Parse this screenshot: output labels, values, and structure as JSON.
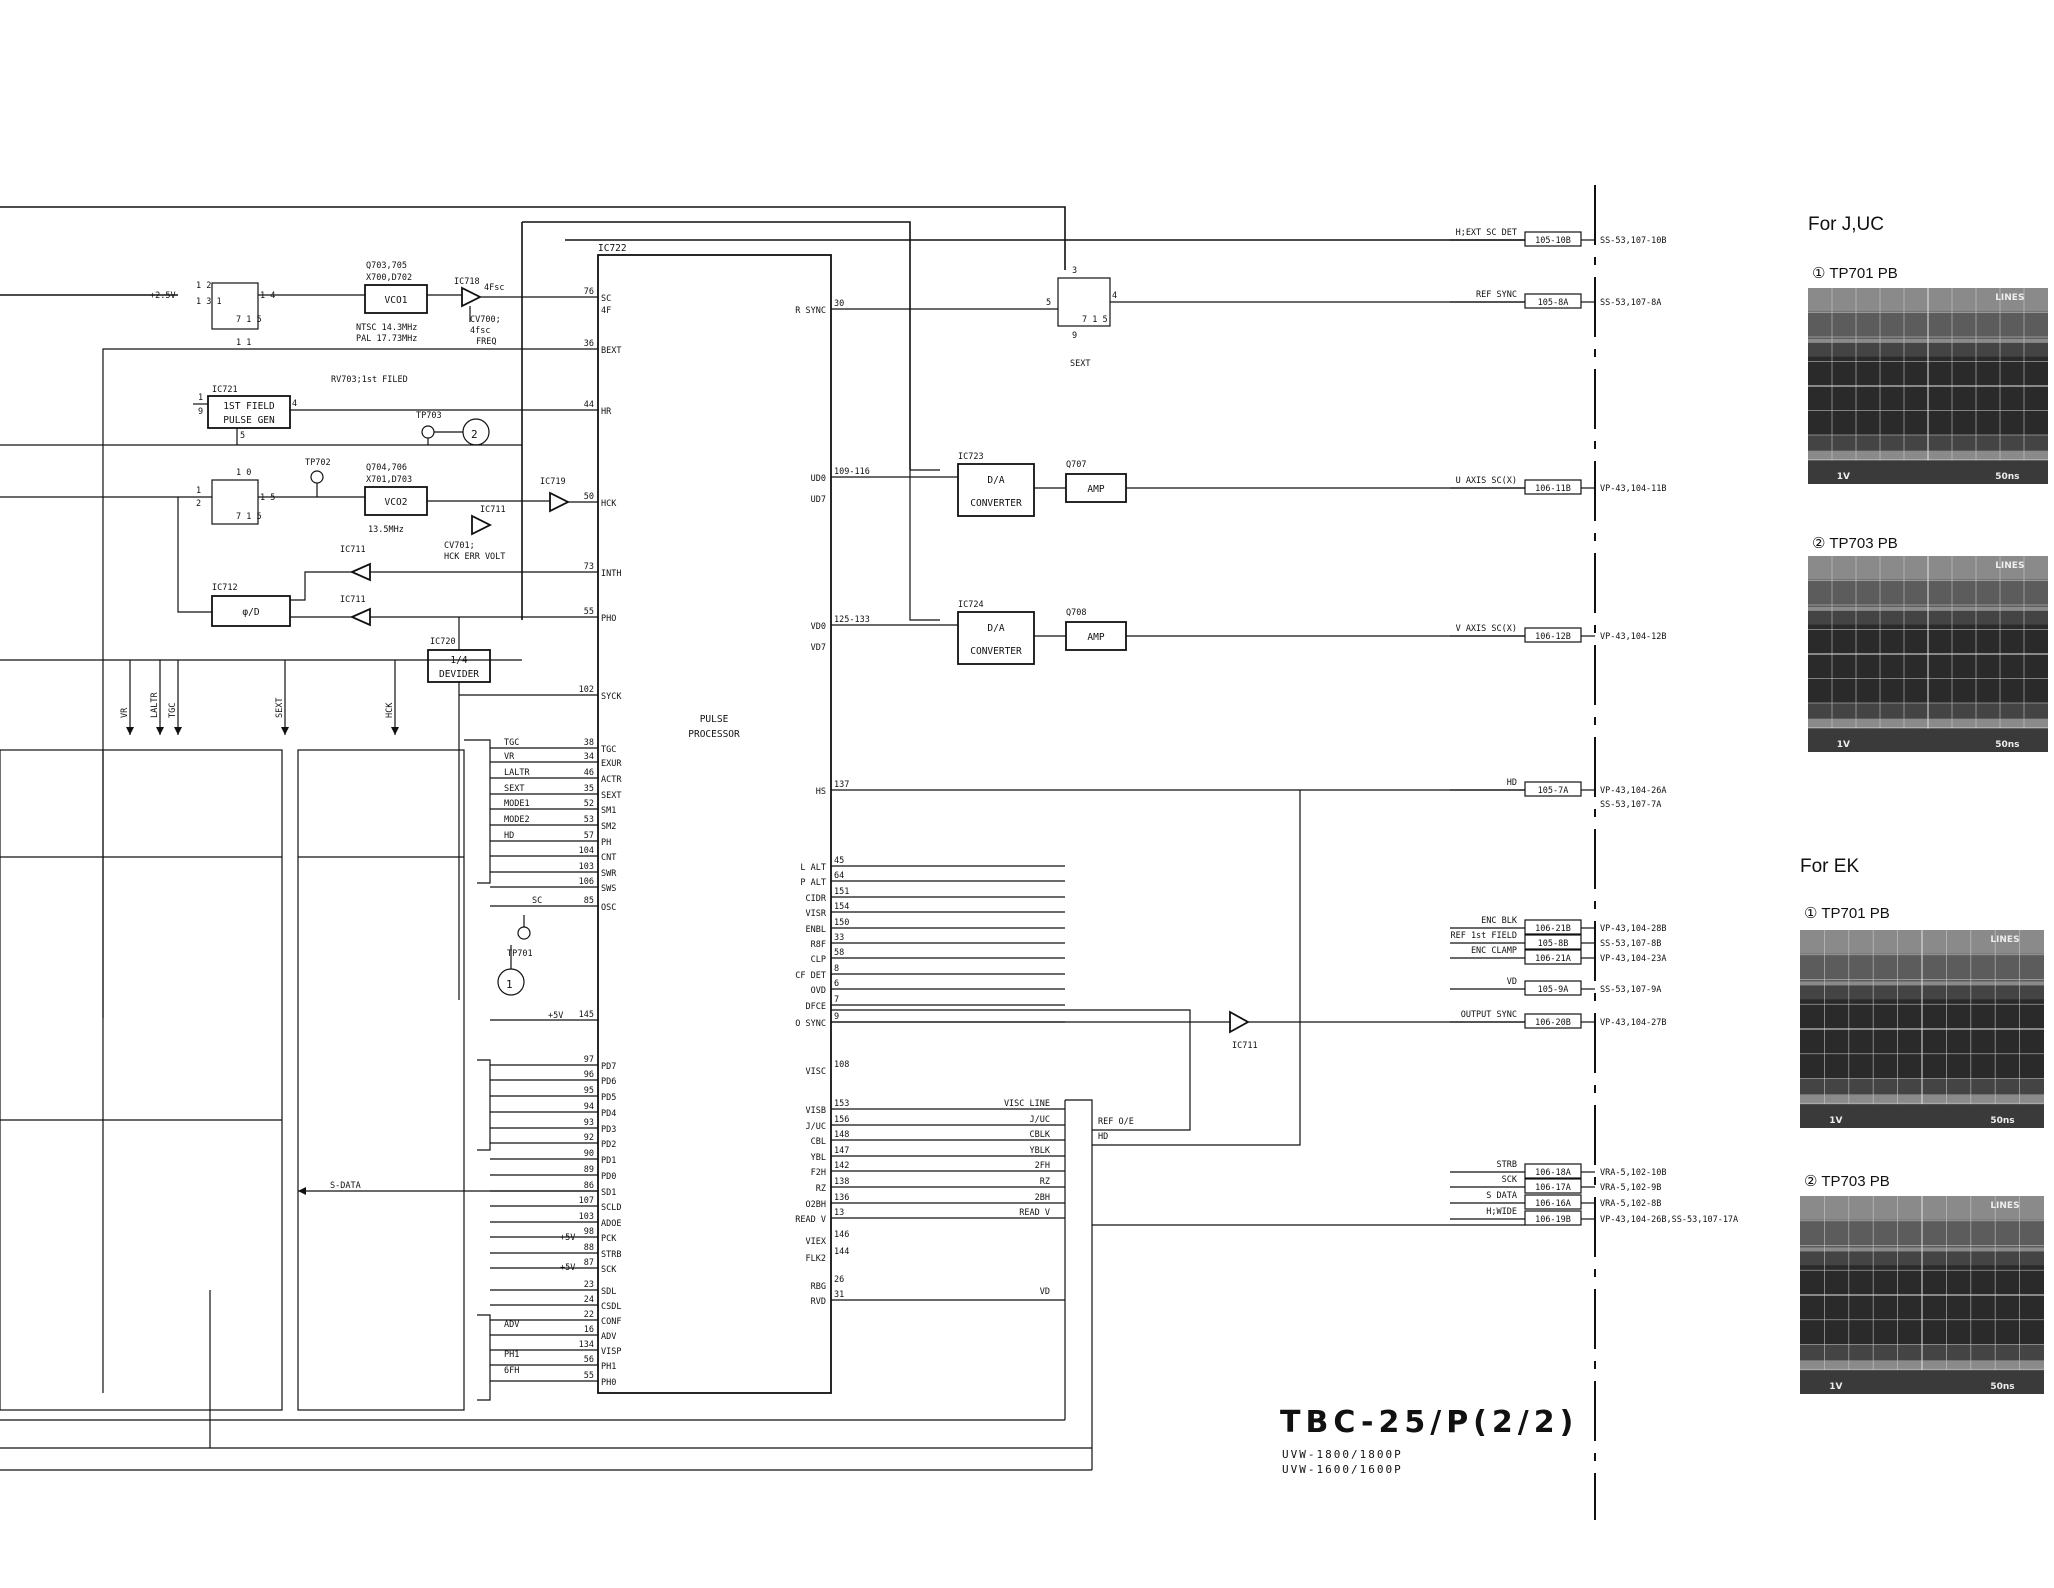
{
  "diagram": {
    "title": "TBC-25/P(2/2)",
    "models": [
      "UVW-1800/1800P",
      "UVW-1600/1600P"
    ]
  },
  "chips": {
    "ic722": {
      "ref": "IC722",
      "name": [
        "PULSE",
        "PROCESSOR"
      ]
    },
    "ic723": {
      "ref": "IC723",
      "name": [
        "D/A",
        "CONVERTER"
      ]
    },
    "ic724": {
      "ref": "IC724",
      "name": [
        "D/A",
        "CONVERTER"
      ]
    },
    "q707": {
      "ref": "Q707",
      "name": "AMP"
    },
    "q708": {
      "ref": "Q708",
      "name": "AMP"
    },
    "vco1": {
      "ref": [
        "Q703,705",
        "X700,D702"
      ],
      "name": "VCO1",
      "notes": [
        "NTSC 14.3MHz",
        "PAL  17.73MHz"
      ]
    },
    "vco2": {
      "ref": [
        "Q704,706",
        "X701,D703"
      ],
      "name": "VCO2",
      "note": "13.5MHz"
    },
    "ic721": {
      "ref": "IC721",
      "name": [
        "1ST FIELD",
        "PULSE GEN"
      ]
    },
    "ic712": {
      "ref": "IC712",
      "name": "φ/D"
    },
    "ic720": {
      "ref": "IC720",
      "name": [
        "1/4",
        "DEVIDER"
      ]
    },
    "ic718": {
      "ref": "IC718"
    },
    "ic719": {
      "ref": "IC719"
    },
    "ic711": {
      "ref": "IC711"
    }
  },
  "adjustments": {
    "rv703": "RV703;1st FILED",
    "cv700": [
      "CV700;",
      "4fsc",
      "FREQ"
    ],
    "cv701": [
      "CV701;",
      "HCK ERR VOLT"
    ]
  },
  "testpoints": {
    "tp701": "TP701",
    "tp702": "TP702",
    "tp703": "TP703"
  },
  "supply": {
    "v25": "+2.5V",
    "v5": "+5V"
  },
  "ic722_left_pins": [
    {
      "num": "76",
      "name": "SC"
    },
    {
      "num": "",
      "name": "4F"
    },
    {
      "num": "36",
      "name": "BEXT"
    },
    {
      "num": "44",
      "name": "HR"
    },
    {
      "num": "50",
      "name": "HCK"
    },
    {
      "num": "73",
      "name": "INTH"
    },
    {
      "num": "55",
      "name": "PHO"
    },
    {
      "num": "102",
      "name": "SYCK"
    },
    {
      "num": "38",
      "name": "TGC"
    },
    {
      "num": "34",
      "name": "EXUR"
    },
    {
      "num": "46",
      "name": "ACTR"
    },
    {
      "num": "35",
      "name": "SEXT"
    },
    {
      "num": "52",
      "name": "SM1"
    },
    {
      "num": "53",
      "name": "SM2"
    },
    {
      "num": "57",
      "name": "PH"
    },
    {
      "num": "104",
      "name": "CNT"
    },
    {
      "num": "103",
      "name": "SWR"
    },
    {
      "num": "106",
      "name": "SWS"
    },
    {
      "num": "85",
      "name": "OSC"
    },
    {
      "num": "145",
      "name": ""
    },
    {
      "num": "97",
      "name": "PD7"
    },
    {
      "num": "96",
      "name": "PD6"
    },
    {
      "num": "95",
      "name": "PD5"
    },
    {
      "num": "94",
      "name": "PD4"
    },
    {
      "num": "93",
      "name": "PD3"
    },
    {
      "num": "92",
      "name": "PD2"
    },
    {
      "num": "90",
      "name": "PD1"
    },
    {
      "num": "89",
      "name": "PD0"
    },
    {
      "num": "86",
      "name": "SD1"
    },
    {
      "num": "107",
      "name": "SCLD"
    },
    {
      "num": "103",
      "name": "ADOE"
    },
    {
      "num": "98",
      "name": "PCK"
    },
    {
      "num": "88",
      "name": "STRB"
    },
    {
      "num": "87",
      "name": "SCK"
    },
    {
      "num": "23",
      "name": "SDL"
    },
    {
      "num": "24",
      "name": "CSDL"
    },
    {
      "num": "22",
      "name": "CONF"
    },
    {
      "num": "16",
      "name": "ADV"
    },
    {
      "num": "134",
      "name": "VISP"
    },
    {
      "num": "56",
      "name": "PH1"
    },
    {
      "num": "55",
      "name": "PH0"
    }
  ],
  "ic722_left_bus": [
    "TGC",
    "VR",
    "LALTR",
    "SEXT",
    "MODE1",
    "MODE2",
    "HD",
    "SC",
    "S-DATA",
    "ADV",
    "PH1",
    "6FH"
  ],
  "ic722_right_pins": [
    {
      "num": "30",
      "name": "R SYNC"
    },
    {
      "num": "109-116",
      "name": "UD0"
    },
    {
      "num": "",
      "name": "UD7"
    },
    {
      "num": "125-133",
      "name": "VD0"
    },
    {
      "num": "",
      "name": "VD7"
    },
    {
      "num": "137",
      "name": "HS"
    },
    {
      "num": "45",
      "name": "L ALT"
    },
    {
      "num": "64",
      "name": "P ALT"
    },
    {
      "num": "151",
      "name": "CIDR"
    },
    {
      "num": "154",
      "name": "VISR"
    },
    {
      "num": "150",
      "name": "ENBL"
    },
    {
      "num": "33",
      "name": "R8F"
    },
    {
      "num": "58",
      "name": "CLP"
    },
    {
      "num": "8",
      "name": "CF DET"
    },
    {
      "num": "6",
      "name": "OVD"
    },
    {
      "num": "7",
      "name": "DFCE"
    },
    {
      "num": "9",
      "name": "O SYNC"
    },
    {
      "num": "108",
      "name": "VISC"
    },
    {
      "num": "153",
      "name": "VISB"
    },
    {
      "num": "156",
      "name": "J/UC"
    },
    {
      "num": "148",
      "name": "CBL"
    },
    {
      "num": "147",
      "name": "YBL"
    },
    {
      "num": "142",
      "name": "F2H"
    },
    {
      "num": "138",
      "name": "RZ"
    },
    {
      "num": "136",
      "name": "O2BH"
    },
    {
      "num": "13",
      "name": "READ V"
    },
    {
      "num": "146",
      "name": "VIEX"
    },
    {
      "num": "144",
      "name": "FLK2"
    },
    {
      "num": "26",
      "name": "RBG"
    },
    {
      "num": "31",
      "name": "RVD"
    }
  ],
  "right_bus": [
    "VISC LINE",
    "J/UC",
    "CBLK",
    "YBLK",
    "2FH",
    "RZ",
    "2BH",
    "READ V",
    "VD",
    "REF O/E",
    "HD"
  ],
  "vertical_labels": [
    "VR",
    "LALTR",
    "TGC",
    "SEXT",
    "HCK"
  ],
  "switch_labels": {
    "sext": "SEXT"
  },
  "connectors": [
    {
      "signal": "H;EXT SC DET",
      "conn": "105-10B",
      "dest": "SS-53,107-10B"
    },
    {
      "signal": "REF SYNC",
      "conn": "105-8A",
      "dest": "SS-53,107-8A"
    },
    {
      "signal": "U AXIS SC(X)",
      "conn": "106-11B",
      "dest": "VP-43,104-11B"
    },
    {
      "signal": "V AXIS SC(X)",
      "conn": "106-12B",
      "dest": "VP-43,104-12B"
    },
    {
      "signal": "HD",
      "conn": "105-7A",
      "dest": "VP-43,104-26A",
      "dest2": "SS-53,107-7A"
    },
    {
      "signal": "ENC BLK",
      "conn": "106-21B",
      "dest": "VP-43,104-28B"
    },
    {
      "signal": "REF 1st FIELD",
      "conn": "105-8B",
      "dest": "SS-53,107-8B"
    },
    {
      "signal": "ENC CLAMP",
      "conn": "106-21A",
      "dest": "VP-43,104-23A"
    },
    {
      "signal": "VD",
      "conn": "105-9A",
      "dest": "SS-53,107-9A"
    },
    {
      "signal": "OUTPUT SYNC",
      "conn": "106-20B",
      "dest": "VP-43,104-27B"
    },
    {
      "signal": "STRB",
      "conn": "106-18A",
      "dest": "VRA-5,102-10B"
    },
    {
      "signal": "SCK",
      "conn": "106-17A",
      "dest": "VRA-5,102-9B"
    },
    {
      "signal": "S DATA",
      "conn": "106-16A",
      "dest": "VRA-5,102-8B"
    },
    {
      "signal": "H;WIDE",
      "conn": "106-19B",
      "dest": "VP-43,104-26B,SS-53,107-17A"
    }
  ],
  "waveforms": {
    "group1": {
      "heading": "For J,UC",
      "scopes": [
        {
          "label": "① TP701 PB",
          "marker": "①",
          "tp": "TP701 PB"
        },
        {
          "label": "② TP703 PB",
          "marker": "②",
          "tp": "TP703 PB"
        }
      ]
    },
    "group2": {
      "heading": "For EK",
      "scopes": [
        {
          "label": "① TP701 PB",
          "marker": "①",
          "tp": "TP701 PB"
        },
        {
          "label": "② TP703 PB",
          "marker": "②",
          "tp": "TP703 PB"
        }
      ]
    },
    "scope_readout": {
      "top": "LINES",
      "volts": "1V",
      "time": "50ns"
    }
  }
}
